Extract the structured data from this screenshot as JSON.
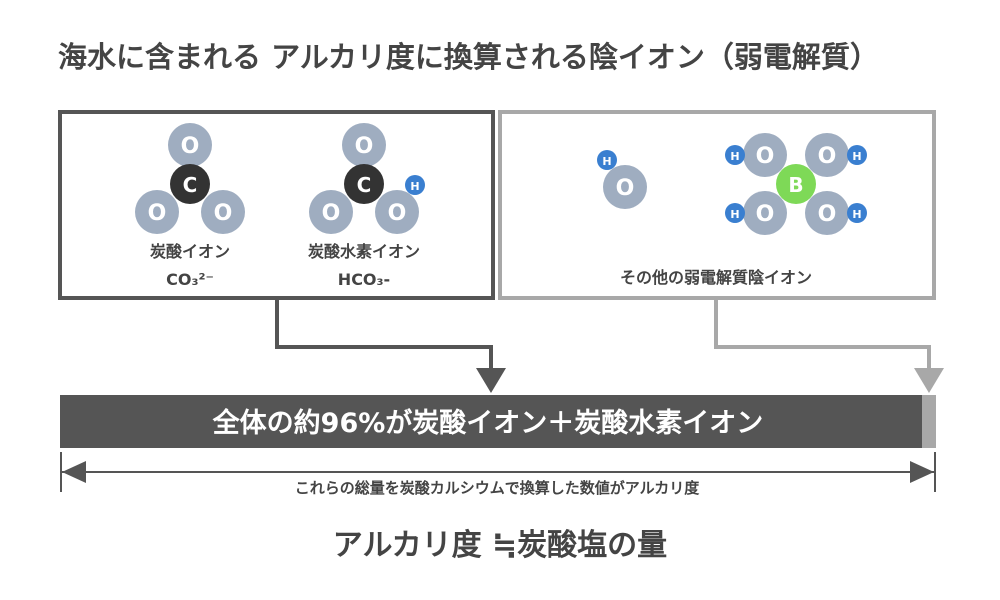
{
  "title": "海水に含まれる アルカリ度に換算される陰イオン（弱電解質）",
  "colors": {
    "atom_o": "#9fadc0",
    "atom_c": "#333333",
    "atom_h": "#3a7fd0",
    "atom_b": "#7ed957",
    "box_dark": "#555555",
    "box_light": "#a8a8a8",
    "bar_dark": "#555555",
    "bar_light": "#a8a8a8"
  },
  "atoms": {
    "oxygen": "O",
    "carbon": "C",
    "hydrogen": "H",
    "boron": "B"
  },
  "carbonate": {
    "name": "炭酸イオン",
    "formula": "CO₃²⁻"
  },
  "bicarbonate": {
    "name": "炭酸水素イオン",
    "formula": "HCO₃-"
  },
  "other_ions": {
    "label": "その他の弱電解質陰イオン"
  },
  "bar": {
    "label": "全体の約96%が炭酸イオン＋炭酸水素イオン",
    "share_percent": 96
  },
  "range_caption": "これらの総量を炭酸カルシウムで換算した数値がアルカリ度",
  "conclusion": "アルカリ度 ≒炭酸塩の量"
}
